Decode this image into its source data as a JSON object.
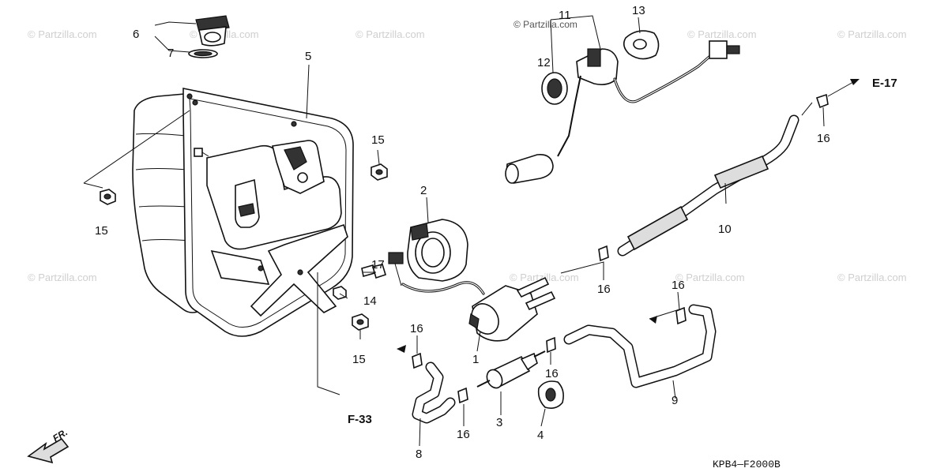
{
  "watermark": "© Partzilla.com",
  "callouts": {
    "p1": "1",
    "p2": "2",
    "p3": "3",
    "p4": "4",
    "p5": "5",
    "p6": "6",
    "p7": "7",
    "p8": "8",
    "p9": "9",
    "p10": "10",
    "p11": "11",
    "p12": "12",
    "p13": "13",
    "p14": "14",
    "p15": "15",
    "p16": "16",
    "p17": "17"
  },
  "references": {
    "e17": "E-17",
    "f33": "F-33"
  },
  "direction_label": "FR.",
  "diagram_code": "KPB4—F2000B"
}
